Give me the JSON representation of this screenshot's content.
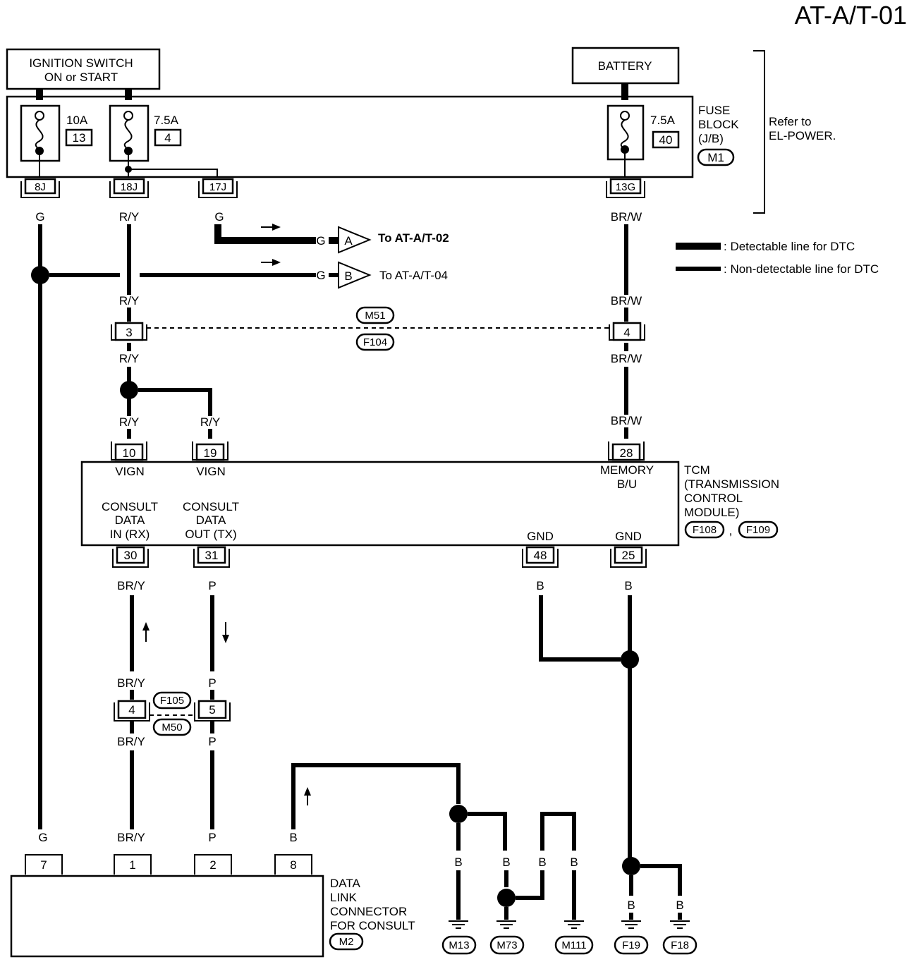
{
  "title": "AT-A/T-01",
  "sources": {
    "ignition": "IGNITION SWITCH ON or START",
    "ignition_line1": "IGNITION SWITCH",
    "ignition_line2": "ON or START",
    "battery": "BATTERY"
  },
  "fuse_block": {
    "label_lines": [
      "FUSE",
      "BLOCK",
      "(J/B)"
    ],
    "connector": "M1",
    "refer_lines": [
      "Refer to",
      "EL-POWER."
    ],
    "fuses": [
      {
        "rating": "10A",
        "number": "13"
      },
      {
        "rating": "7.5A",
        "number": "4"
      },
      {
        "rating": "7.5A",
        "number": "40"
      }
    ],
    "terminals": [
      "8J",
      "18J",
      "17J",
      "13G"
    ]
  },
  "legend": {
    "detectable": ": Detectable line for DTC",
    "non_detectable": ": Non-detectable line for DTC"
  },
  "references": [
    {
      "letter": "A",
      "wire": "G",
      "text": "To AT-A/T-02"
    },
    {
      "letter": "B",
      "wire": "G",
      "text": "To AT-A/T-04"
    }
  ],
  "wire_colors": {
    "g": "G",
    "ry": "R/Y",
    "brw": "BR/W",
    "bry": "BR/Y",
    "p": "P",
    "b": "B"
  },
  "joint_connectors": {
    "upper": {
      "top": "M51",
      "bottom": "F104",
      "pins": [
        "3",
        "4"
      ]
    },
    "lower": {
      "top": "F105",
      "bottom": "M50",
      "pins": [
        "4",
        "5"
      ]
    }
  },
  "tcm": {
    "label_lines": [
      "TCM",
      "(TRANSMISSION",
      "CONTROL",
      "MODULE)"
    ],
    "connectors": [
      "F108",
      "F109"
    ],
    "sep": ",",
    "top_pins": [
      {
        "pin": "10",
        "name": "VIGN"
      },
      {
        "pin": "19",
        "name": "VIGN"
      },
      {
        "pin": "28",
        "name_lines": [
          "MEMORY",
          "B/U"
        ]
      }
    ],
    "bottom_pins": [
      {
        "pin": "30",
        "name_lines": [
          "CONSULT",
          "DATA",
          "IN (RX)"
        ]
      },
      {
        "pin": "31",
        "name_lines": [
          "CONSULT",
          "DATA",
          "OUT (TX)"
        ]
      },
      {
        "pin": "48",
        "name": "GND"
      },
      {
        "pin": "25",
        "name": "GND"
      }
    ]
  },
  "dlc": {
    "label_lines": [
      "DATA",
      "LINK",
      "CONNECTOR",
      "FOR CONSULT"
    ],
    "connector": "M2",
    "pins": [
      "7",
      "1",
      "2",
      "8"
    ]
  },
  "grounds": [
    "M13",
    "M73",
    "M111",
    "F19",
    "F18"
  ],
  "colors": {
    "line": "#000000",
    "background": "#ffffff"
  }
}
